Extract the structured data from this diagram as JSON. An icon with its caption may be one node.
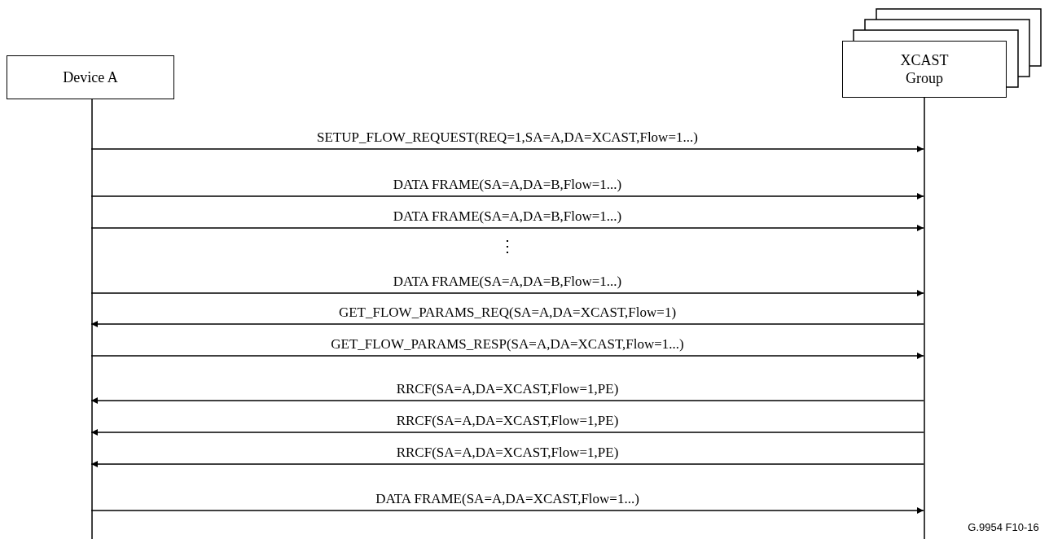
{
  "diagram": {
    "nodes": [
      {
        "text": [
          "Device A"
        ]
      },
      {
        "text": [
          "XCAST Group"
        ]
      }
    ],
    "edges": [
      {
        "from": 0,
        "to": 1,
        "arrow": "to",
        "label": "SETUP_FLOW_REQUEST(REQ=1,SA=A,DA=XCAST,Flow=1...)"
      },
      {
        "from": 0,
        "to": 1,
        "arrow": "to",
        "label": "DATA FRAME(SA=A,DA=B,Flow=1...)"
      },
      {
        "from": 0,
        "to": 1,
        "arrow": "to",
        "label": "DATA FRAME(SA=A,DA=B,Flow=1...)"
      },
      {
        "from": 0,
        "to": 1,
        "arrow": "to",
        "label": "DATA FRAME(SA=A,DA=B,Flow=1...)"
      },
      {
        "from": 1,
        "to": 0,
        "arrow": "to",
        "label": "GET_FLOW_PARAMS_REQ(SA=A,DA=XCAST,Flow=1)"
      },
      {
        "from": 0,
        "to": 1,
        "arrow": "to",
        "label": "GET_FLOW_PARAMS_RESP(SA=A,DA=XCAST,Flow=1...)"
      },
      {
        "from": 1,
        "to": 0,
        "arrow": "to",
        "label": "RRCF(SA=A,DA=XCAST,Flow=1,PE)"
      },
      {
        "from": 1,
        "to": 0,
        "arrow": "to",
        "label": "RRCF(SA=A,DA=XCAST,Flow=1,PE)"
      },
      {
        "from": 1,
        "to": 0,
        "arrow": "to",
        "label": "RRCF(SA=A,DA=XCAST,Flow=1,PE)"
      },
      {
        "from": 0,
        "to": 1,
        "arrow": "to",
        "label": "DATA FRAME(SA=A,DA=XCAST,Flow=1...)"
      }
    ],
    "labels": [
      "⋮",
      "G.9954 F10-16"
    ]
  }
}
